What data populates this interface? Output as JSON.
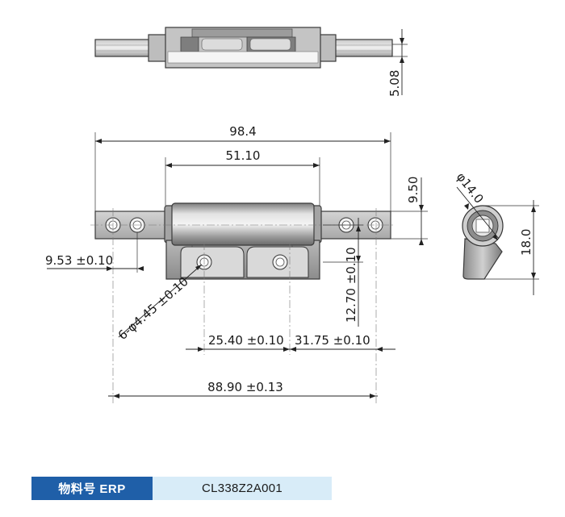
{
  "dimensions": {
    "thickness": "5.08",
    "overall_length": "98.4",
    "barrel_length": "51.10",
    "leaf_height": "9.50",
    "left_hole_offset": "9.53 ±0.10",
    "holes": "6-φ4.45 ±0.10",
    "vertical_pitch": "12.70 ±0.10",
    "pitch_left": "25.40 ±0.10",
    "pitch_right": "31.75 ±0.10",
    "hole_span": "88.90 ±0.13",
    "barrel_diameter": "φ14.0",
    "side_height": "18.0"
  },
  "erp": {
    "label": "物料号 ERP",
    "value": "CL338Z2A001"
  },
  "colors": {
    "label_bg": "#1f5fa8",
    "value_bg": "#d8ecf8"
  }
}
